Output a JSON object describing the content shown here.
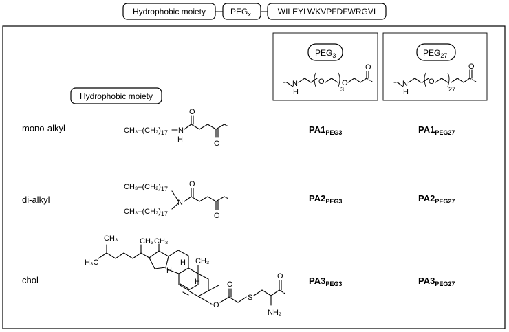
{
  "header": {
    "hydrophobic_label": "Hydrophobic moiety",
    "peg_label": "PEG",
    "peg_sub": "x",
    "peptide_label": "WILEYLWKVPFDFWRGVI"
  },
  "columns": {
    "peg3": {
      "label": "PEG",
      "sub": "3",
      "repeat": "3"
    },
    "peg27": {
      "label": "PEG",
      "sub": "27",
      "repeat": "27"
    },
    "hydrophobic_header": "Hydrophobic moiety"
  },
  "rows": [
    {
      "name": "mono-alkyl",
      "c3": "PA1",
      "c3sub": "PEG3",
      "c27": "PA1",
      "c27sub": "PEG27"
    },
    {
      "name": "di-alkyl",
      "c3": "PA2",
      "c3sub": "PEG3",
      "c27": "PA2",
      "c27sub": "PEG27"
    },
    {
      "name": "chol",
      "c3": "PA3",
      "c3sub": "PEG3",
      "c27": "PA3",
      "c27sub": "PEG27"
    }
  ],
  "structures": {
    "alkyl_unit": "CH₃–(CH₂)",
    "alkyl_n": "17",
    "atoms": {
      "N": "N",
      "H": "H",
      "O": "O",
      "S": "S",
      "NH2": "NH₂",
      "CH3": "CH₃",
      "H3C": "H₃C"
    }
  }
}
